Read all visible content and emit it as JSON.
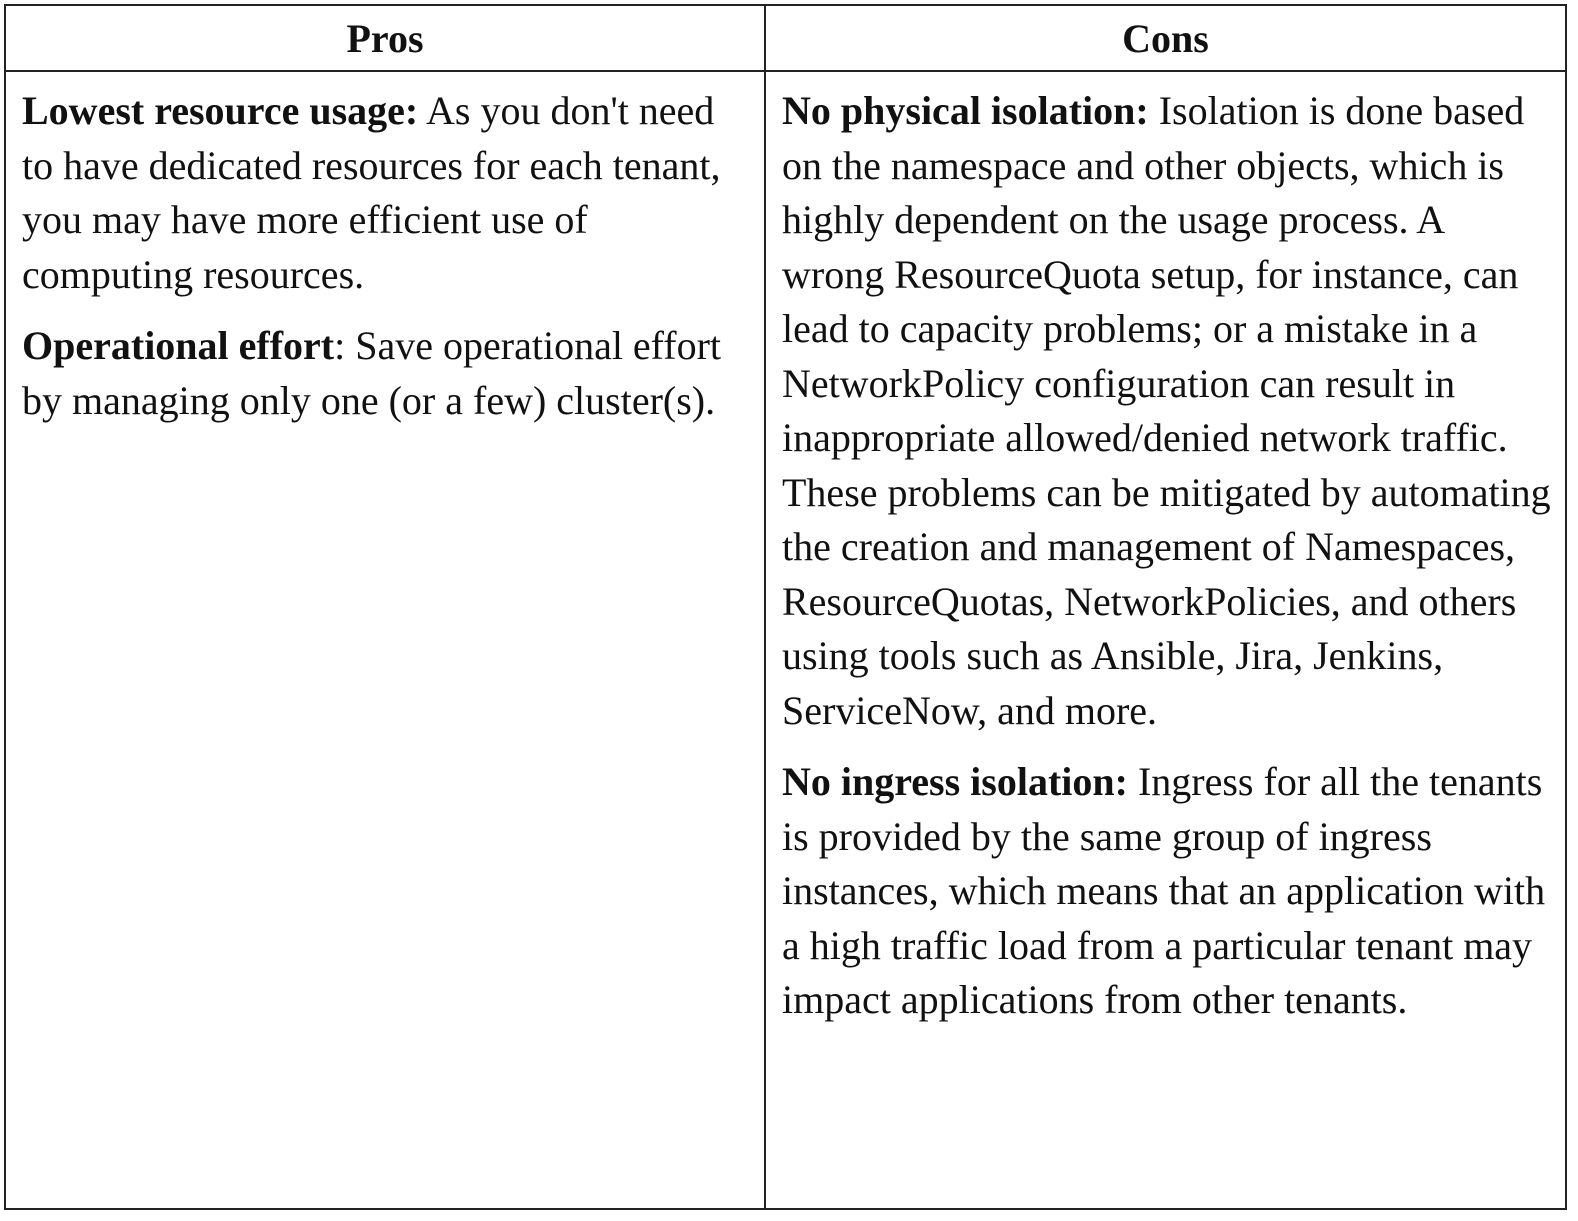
{
  "table": {
    "headers": {
      "pros": "Pros",
      "cons": "Cons"
    },
    "pros": [
      {
        "title": "Lowest resource usage:",
        "text": " As you don't need to have dedicated resources for each tenant, you may have more efficient use of computing resources."
      },
      {
        "title": "Operational effort",
        "text": ": Save operational effort by managing only one (or a few) cluster(s)."
      }
    ],
    "cons": [
      {
        "title": "No physical isolation:",
        "text": " Isolation is done based on the namespace and other objects, which is highly dependent on the usage process. A wrong ResourceQuota setup, for instance, can lead to capacity problems; or a mistake in a NetworkPolicy configuration can result in inappropriate allowed/denied network traffic. These problems can be mitigated by automating the creation and management of Namespaces, ResourceQuotas, NetworkPolicies, and others using tools such as Ansible, Jira, Jenkins, ServiceNow, and more."
      },
      {
        "title": "No ingress isolation:",
        "text": " Ingress for all the tenants is provided by the same group of ingress instances, which means that an application with a high traffic load from a particular tenant may impact applications from other tenants."
      }
    ]
  }
}
